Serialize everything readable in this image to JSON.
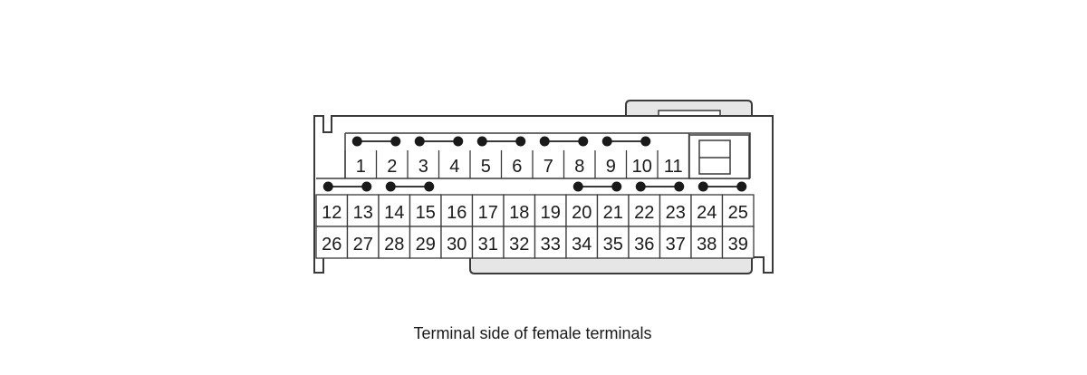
{
  "diagram": {
    "caption": "Terminal side of female terminals",
    "rows": [
      [
        "1",
        "2",
        "3",
        "4",
        "5",
        "6",
        "7",
        "8",
        "9",
        "10",
        "11"
      ],
      [
        "12",
        "13",
        "14",
        "15",
        "16",
        "17",
        "18",
        "19",
        "20",
        "21",
        "22",
        "23",
        "24",
        "25"
      ],
      [
        "26",
        "27",
        "28",
        "29",
        "30",
        "31",
        "32",
        "33",
        "34",
        "35",
        "36",
        "37",
        "38",
        "39"
      ]
    ],
    "shorting_bars": [
      [
        "1",
        "2"
      ],
      [
        "3",
        "4"
      ],
      [
        "5",
        "6"
      ],
      [
        "7",
        "8"
      ],
      [
        "9",
        "10"
      ],
      [
        "12",
        "13"
      ],
      [
        "14",
        "15"
      ],
      [
        "20",
        "21"
      ],
      [
        "22",
        "23"
      ],
      [
        "24",
        "25"
      ]
    ],
    "colors": {
      "line": "#3a3a3a",
      "lock_fill": "#e6e6e6",
      "text": "#1a1a1a"
    }
  }
}
